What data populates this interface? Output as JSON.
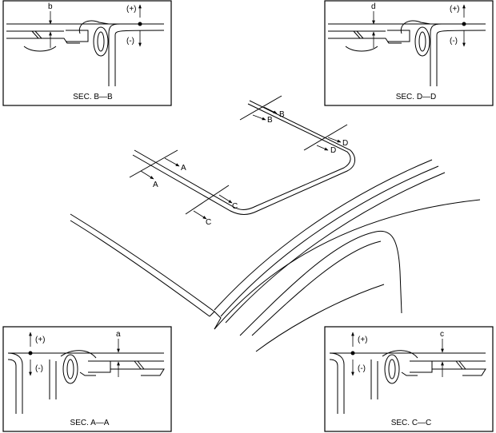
{
  "panels": {
    "b": {
      "title": "SEC. B—B",
      "dim": "b",
      "plus": "(+)",
      "minus": "(-)"
    },
    "d": {
      "title": "SEC. D—D",
      "dim": "d",
      "plus": "(+)",
      "minus": "(-)"
    },
    "a": {
      "title": "SEC. A—A",
      "dim": "a",
      "plus": "(+)",
      "minus": "(-)"
    },
    "c": {
      "title": "SEC. C—C",
      "dim": "c",
      "plus": "(+)",
      "minus": "(-)"
    }
  },
  "callouts": {
    "a1": "A",
    "a2": "A",
    "b1": "B",
    "b2": "B",
    "c1": "C",
    "c2": "C",
    "d1": "D",
    "d2": "D"
  }
}
